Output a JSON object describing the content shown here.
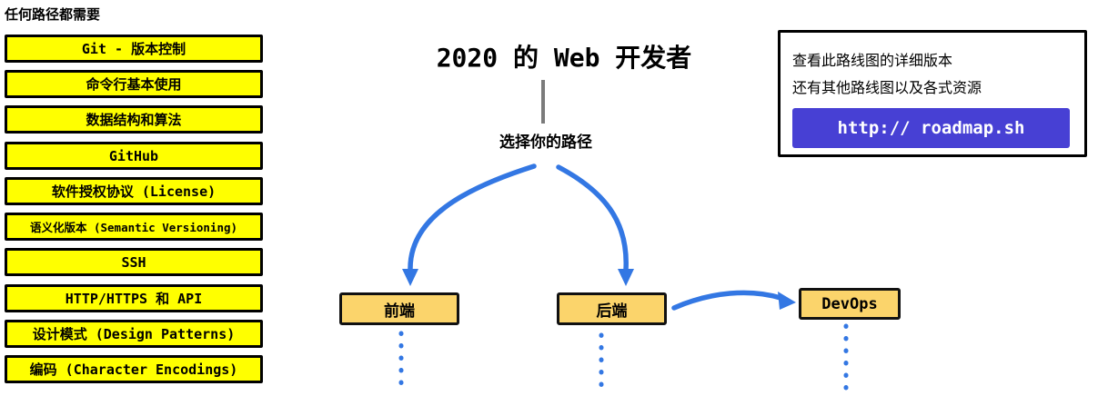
{
  "header": {
    "label": "任何路径都需要"
  },
  "required": {
    "items": [
      "Git - 版本控制",
      "命令行基本使用",
      "数据结构和算法",
      "GitHub",
      "软件授权协议 (License)",
      "语义化版本 (Semantic Versioning)",
      "SSH",
      "HTTP/HTTPS 和 API",
      "设计模式 (Design Patterns)",
      "编码 (Character Encodings)"
    ]
  },
  "center": {
    "title": "2020 的 Web 开发者",
    "subtitle": "选择你的路径"
  },
  "paths": [
    {
      "label": "前端"
    },
    {
      "label": "后端"
    },
    {
      "label": "DevOps"
    }
  ],
  "info_box": {
    "line1": "查看此路线图的详细版本",
    "line2": "还有其他路线图以及各式资源",
    "button_label": "http:// roadmap.sh"
  },
  "colors": {
    "required_highlight": "#FFFF00",
    "path_node_fill": "#FBD46B",
    "arrow_blue": "#3377E3",
    "button_indigo": "#4740D4",
    "connector_gray": "#7B7B7B"
  }
}
